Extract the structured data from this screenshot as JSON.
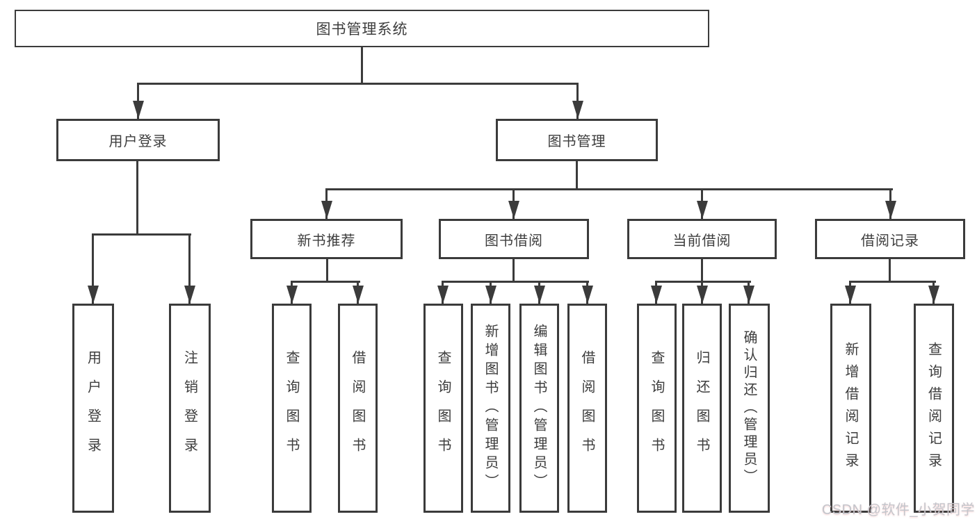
{
  "diagram": {
    "root": "图书管理系统",
    "level2": [
      "用户登录",
      "图书管理"
    ],
    "level3": [
      "新书推荐",
      "图书借阅",
      "当前借阅",
      "借阅记录"
    ],
    "leaves": {
      "user_login": [
        "用户登录",
        "注销登录"
      ],
      "new_book": [
        "查询图书",
        "借阅图书"
      ],
      "book_borrow": [
        "查询图书",
        "新增图书（管理员）",
        "编辑图书（管理员）",
        "借阅图书"
      ],
      "current_borrow": [
        "查询图书",
        "归还图书",
        "确认归还（管理员）"
      ],
      "borrow_records": [
        "新增借阅记录",
        "查询借阅记录"
      ]
    }
  },
  "watermark": "CSDN @软件_小贺同学",
  "colors": {
    "line": "#3b3b3b",
    "text": "#3d3d3d",
    "background": "#ffffff",
    "watermark": "#c3c6cc"
  }
}
